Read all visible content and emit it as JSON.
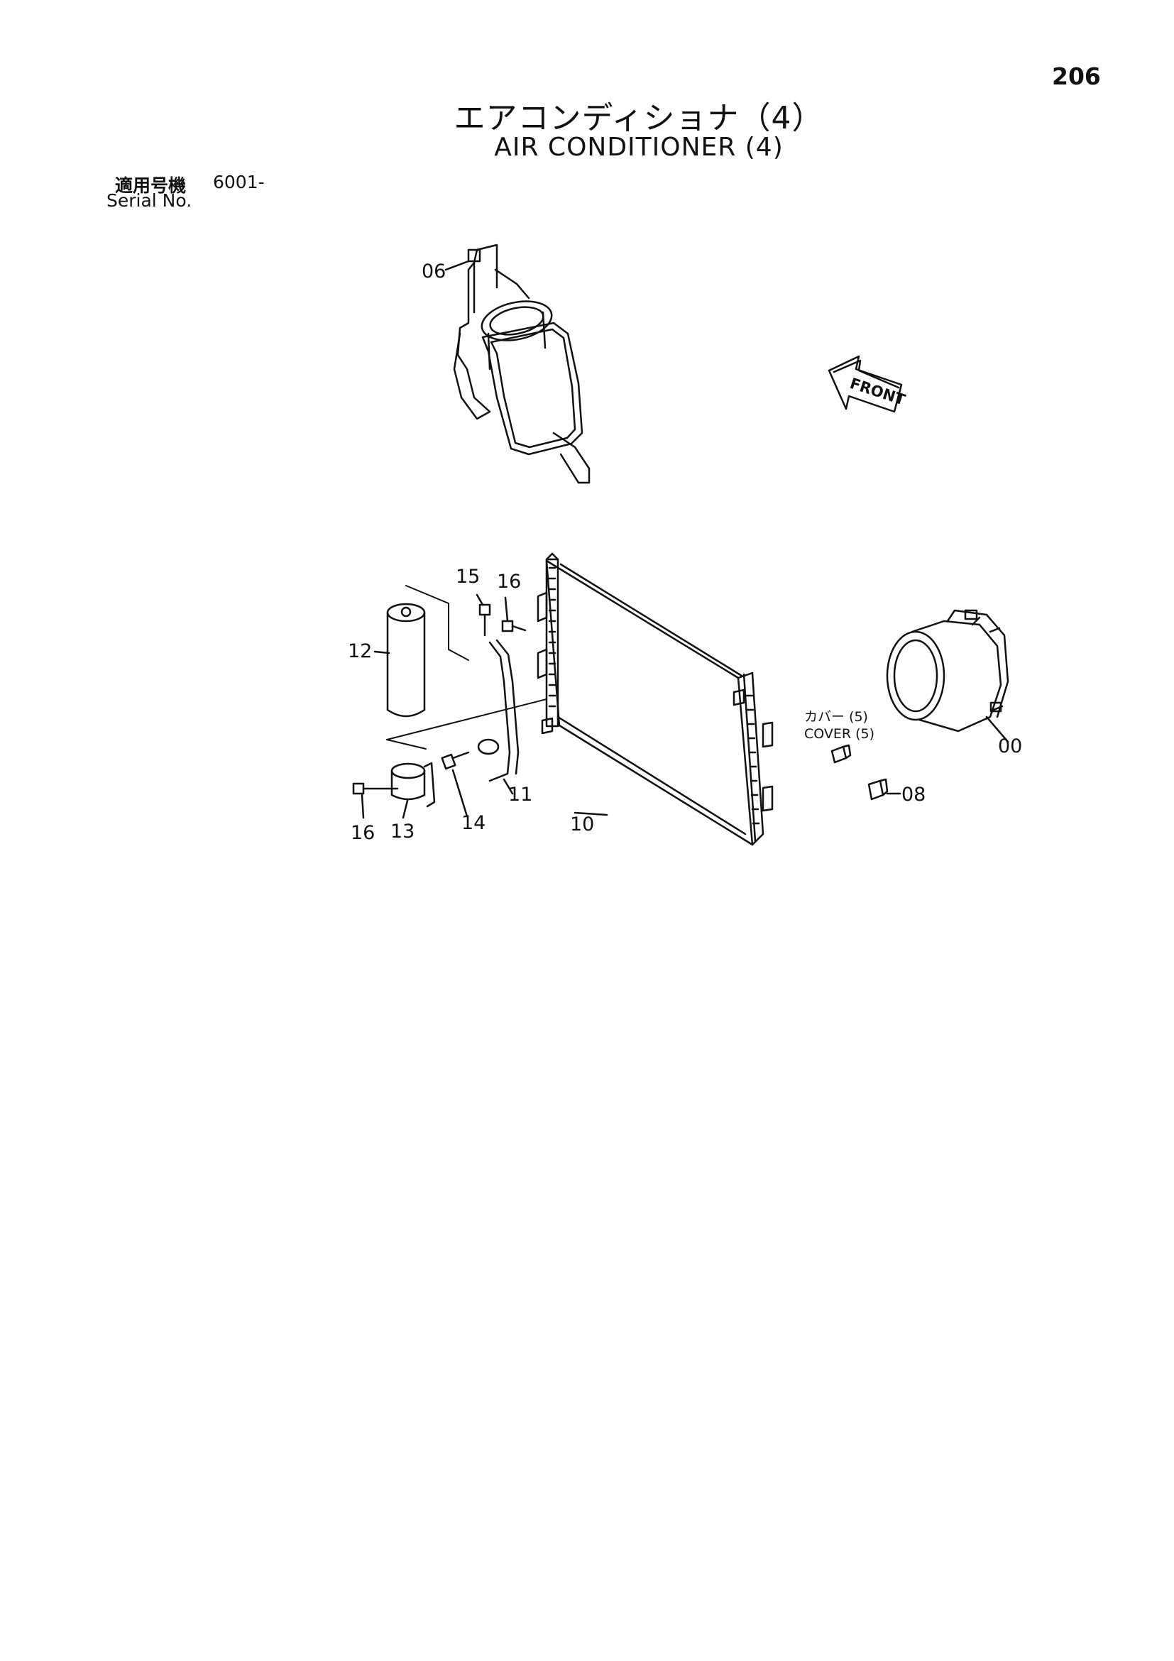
{
  "page_number": "206",
  "title_ja": "エアコンディショナ（4）",
  "title_en": "AIR CONDITIONER (4)",
  "serial": {
    "label_ja": "適用号機",
    "number": "6001-",
    "label_en": "Serial No."
  },
  "front_label": "FRONT",
  "cover_note": {
    "ja": "カバー (5)",
    "en": "COVER (5)"
  },
  "callouts": {
    "c00": "00",
    "c06": "06",
    "c08": "08",
    "c10": "10",
    "c11": "11",
    "c12": "12",
    "c13": "13",
    "c14": "14",
    "c15": "15",
    "c16a": "16",
    "c16b": "16"
  }
}
